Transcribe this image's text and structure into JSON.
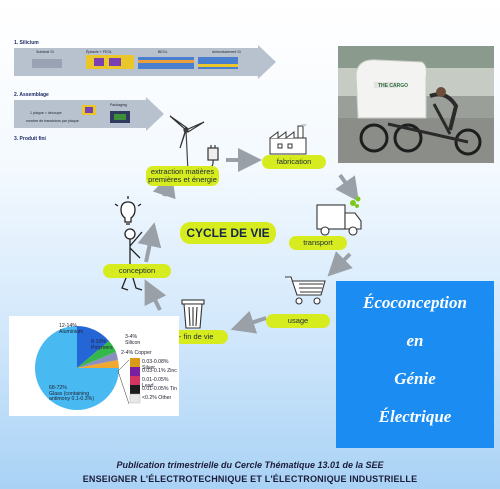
{
  "process": {
    "strip1_label": "1. Silicium",
    "strip1_steps": [
      "Substrat Si",
      "Épitaxie + FEOL",
      "BEOL",
      "Amincissement Si"
    ],
    "strip2_label": "2. Assemblage",
    "strip2_steps": [
      "1 plaque = découpe",
      "nombre de transistors par plaque",
      "Packaging"
    ],
    "strip3_label": "3. Produit fini"
  },
  "cycle": {
    "center": "CYCLE DE VIE",
    "stages": {
      "extraction": "extraction matières premières et énergie",
      "fabrication": "fabrication",
      "transport": "transport",
      "usage": "usage",
      "fin_de_vie": "tri - fin de vie",
      "conception": "conception"
    },
    "truck_text": "THE CARGO"
  },
  "eco_box": {
    "line1": "Écoconception",
    "line2": "en",
    "line3": "Génie",
    "line4": "Électrique"
  },
  "pie": {
    "labels": {
      "aluminium": "12-14%\nAluminium",
      "polymers": "8-10%\nPolymers",
      "silicon": "3-4%\nSilicon",
      "copper": "2-4% Copper",
      "glass": "68-72%\nGlass (containing\nantimony 0.1-0.3%)"
    },
    "legend": [
      {
        "label": "0.03-0.08% Silver",
        "color": "#d99a1a"
      },
      {
        "label": "0.03-0.1% Zinc",
        "color": "#7a1fa2"
      },
      {
        "label": "0.01-0.05% Lead",
        "color": "#d2355f"
      },
      {
        "label": "0.01-0.05% Tin",
        "color": "#1c1c1c"
      },
      {
        "label": "<0.2% Other",
        "color": "#e8e8e8"
      }
    ]
  },
  "footer": {
    "line1": "Publication trimestrielle du Cercle Thématique 13.01 de la SEE",
    "line2": "ENSEIGNER L'ÉLECTROTECHNIQUE ET L'ÉLECTRONIQUE INDUSTRIELLE"
  }
}
